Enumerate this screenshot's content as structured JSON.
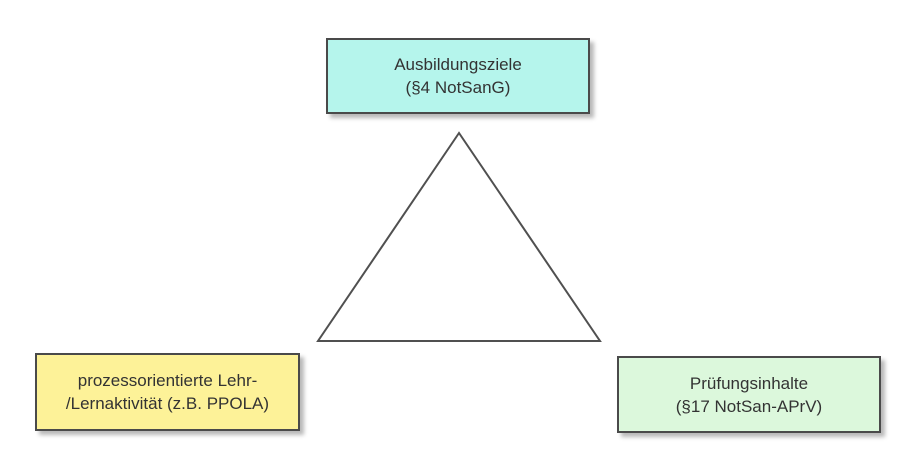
{
  "diagram": {
    "top": {
      "line1": "Ausbildungsziele",
      "line2": "(§4 NotSanG)",
      "fill": "#b5f5ec"
    },
    "left": {
      "line1": "prozessorientierte Lehr-",
      "line2": "/Lernaktivität (z.B. PPOLA)",
      "fill": "#fdf298"
    },
    "right": {
      "line1": "Prüfungsinhalte",
      "line2": "(§17 NotSan-APrV)",
      "fill": "#dcf8dc"
    },
    "triangle_stroke": "#505050",
    "border_color": "#4a4a4a",
    "text_color": "#333333"
  }
}
